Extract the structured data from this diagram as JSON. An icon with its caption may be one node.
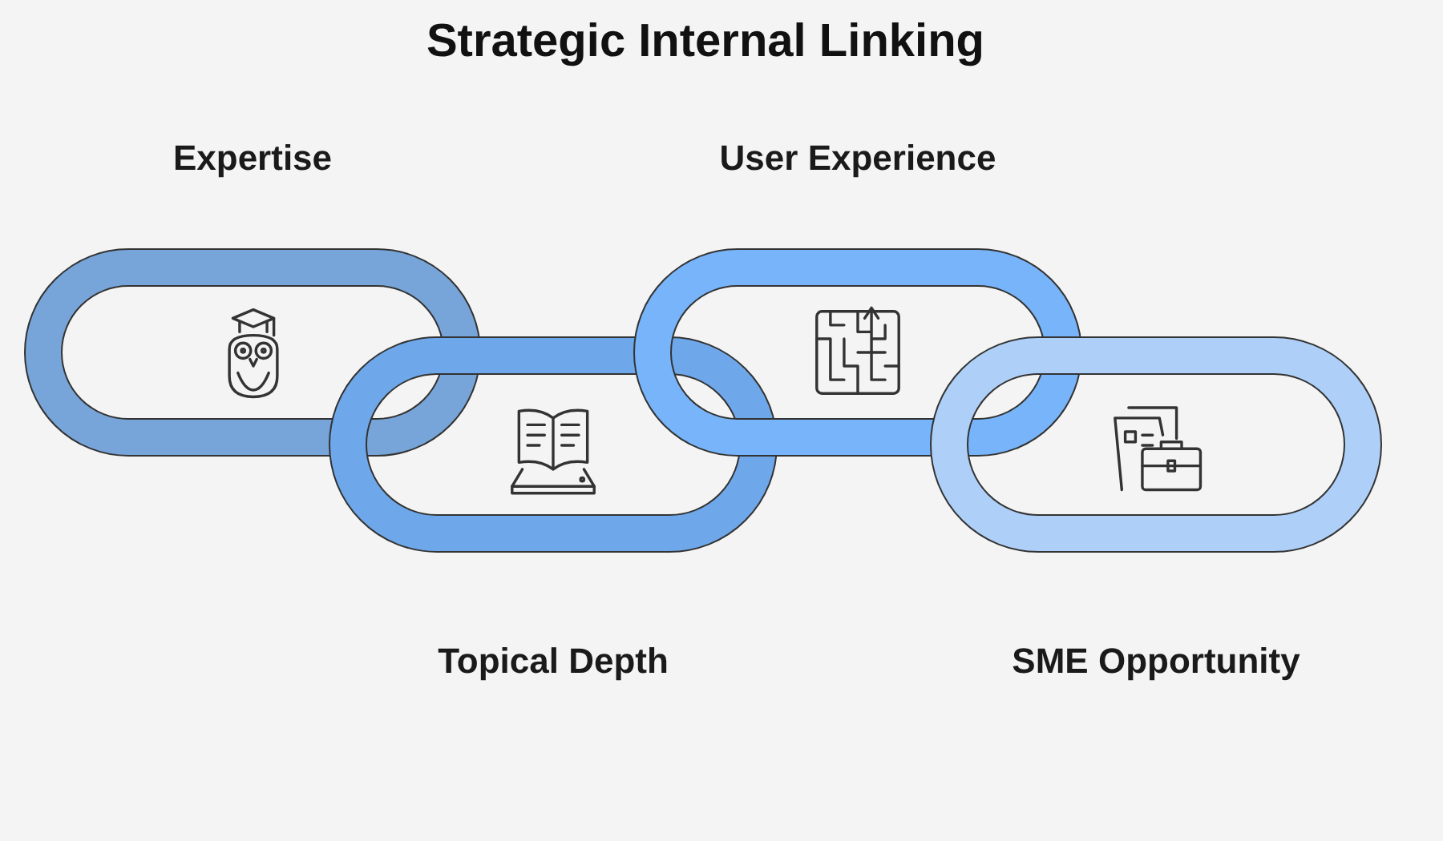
{
  "diagram": {
    "title": "Strategic Internal Linking",
    "nodes": [
      {
        "text": [
          "Expertise"
        ]
      },
      {
        "text": [
          "Topical Depth"
        ]
      },
      {
        "text": [
          "User Experience"
        ]
      },
      {
        "text": [
          "SME Opportunity"
        ]
      }
    ]
  }
}
